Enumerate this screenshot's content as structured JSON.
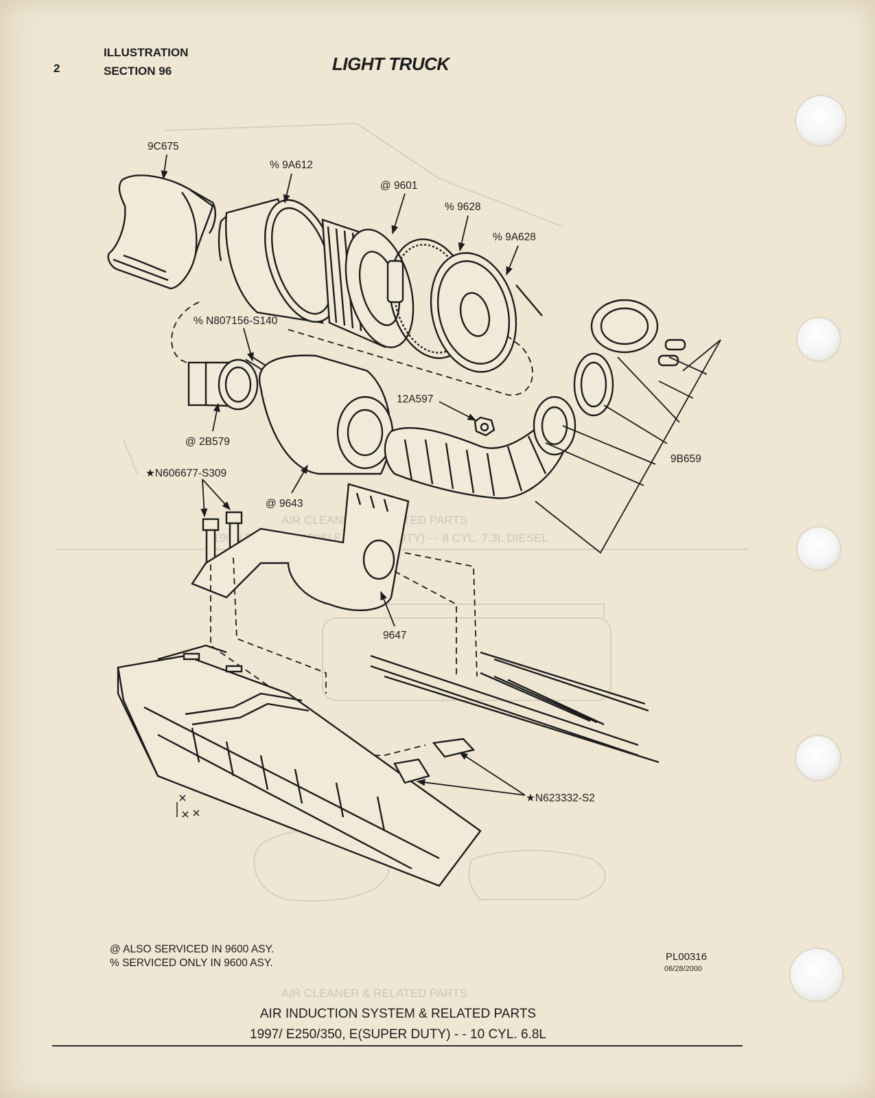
{
  "header": {
    "page_number": "2",
    "label_line1": "ILLUSTRATION",
    "label_line2": "SECTION 96",
    "title": "LIGHT TRUCK"
  },
  "callouts": {
    "duct": "9C675",
    "housing_cover": "% 9A612",
    "element": "@ 9601",
    "clamp_ring": "% 9628",
    "housing_end": "% 9A628",
    "hose_clamp": "% N807156-S140",
    "outlet_tube": "@ 2B579",
    "nut": "12A597",
    "hose_assembly": "9B659",
    "bolt": "★N606677-S309",
    "housing_body": "@ 9643",
    "bracket": "9647",
    "clip_nut": "★N623332-S2"
  },
  "footnotes": {
    "line1": "@  ALSO SERVICED IN 9600 ASY.",
    "line2": "%  SERVICED ONLY IN 9600 ASY."
  },
  "plate": {
    "id": "PL00316",
    "date": "06/28/2000"
  },
  "caption": {
    "line1": "AIR INDUCTION SYSTEM & RELATED PARTS",
    "line2": "1997/ E250/350, E(SUPER DUTY) - - 10 CYL. 6.8L"
  }
}
